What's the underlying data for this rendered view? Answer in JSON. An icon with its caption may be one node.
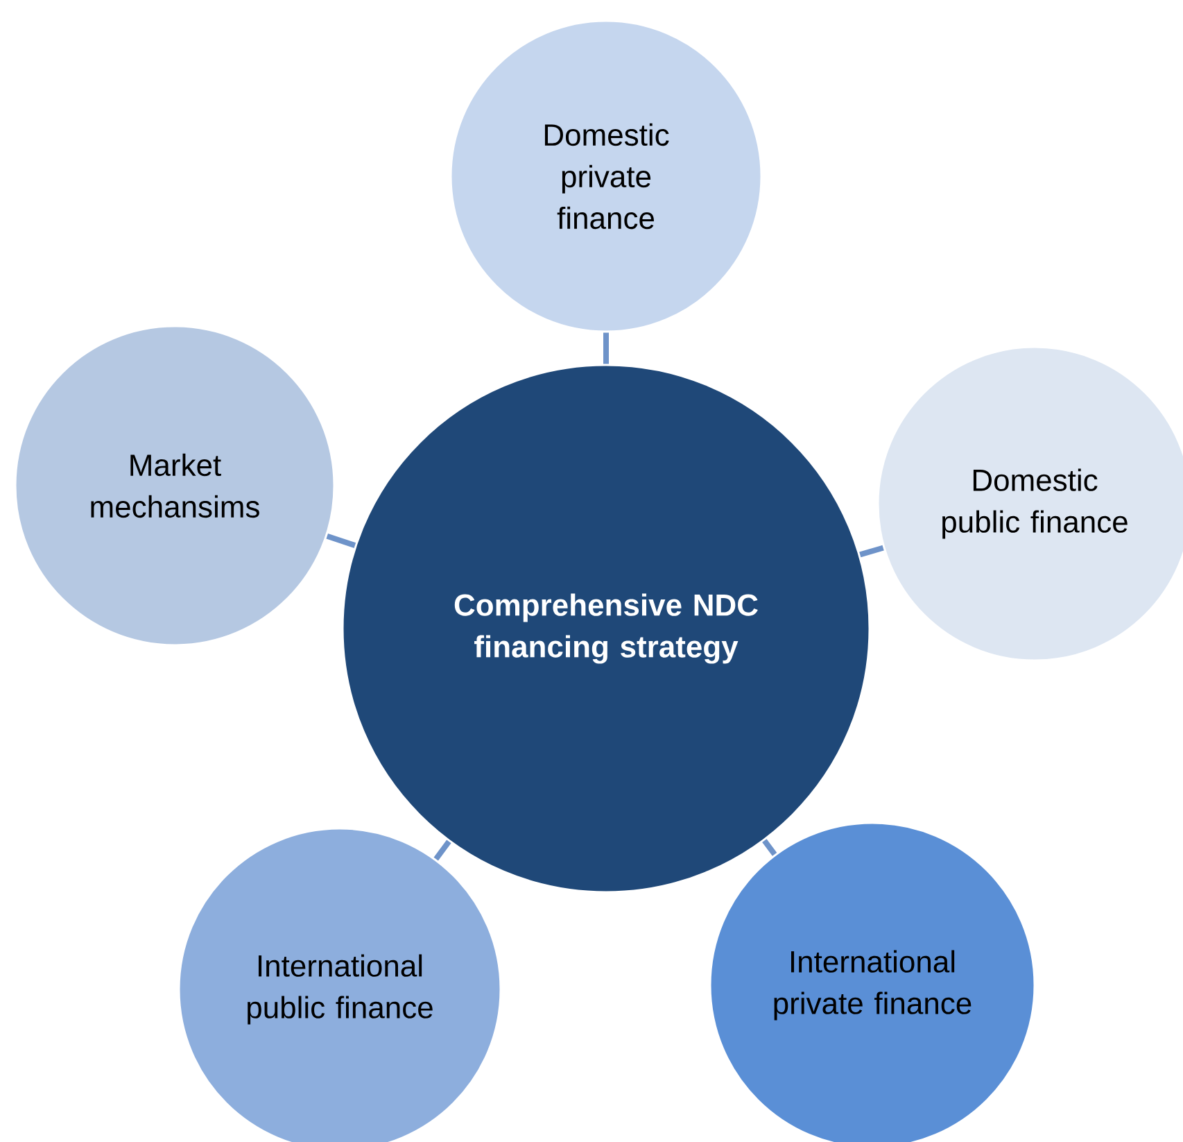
{
  "diagram": {
    "nodes": [
      {
        "text": [
          "Domestic private finance"
        ]
      },
      {
        "text": [
          "Market mechansims"
        ]
      },
      {
        "text": [
          "Domestic public finance"
        ]
      },
      {
        "text": [
          "Comprehensive NDC financing strategy"
        ]
      },
      {
        "text": [
          "International public finance"
        ]
      },
      {
        "text": [
          "International private finance"
        ]
      }
    ],
    "edges": [
      {
        "from": 3,
        "to": 0,
        "arrow": "none"
      },
      {
        "from": 3,
        "to": 1,
        "arrow": "none"
      },
      {
        "from": 3,
        "to": 2,
        "arrow": "none"
      },
      {
        "from": 3,
        "to": 4,
        "arrow": "none"
      },
      {
        "from": 3,
        "to": 5,
        "arrow": "none"
      }
    ]
  }
}
